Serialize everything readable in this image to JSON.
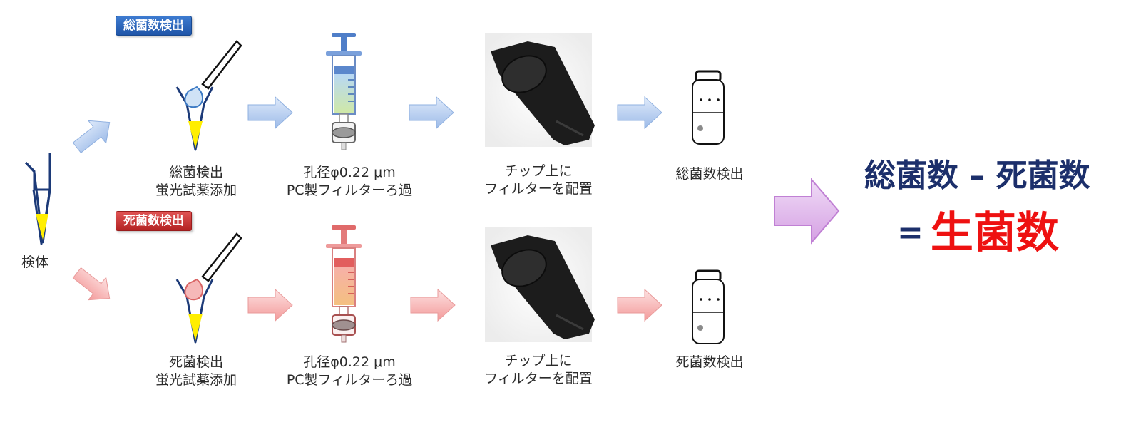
{
  "badges": {
    "total": "総菌数検出",
    "dead": "死菌数検出"
  },
  "specimen_label": "検体",
  "top_row": {
    "step1": [
      "総菌検出",
      "蛍光試薬添加"
    ],
    "step2": [
      "孔径φ0.22 μm",
      "PC製フィルターろ過"
    ],
    "step3": [
      "チップ上に",
      "フィルターを配置"
    ],
    "step4": "総菌数検出"
  },
  "bottom_row": {
    "step1": [
      "死菌検出",
      "蛍光試薬添加"
    ],
    "step2": [
      "孔径φ0.22 μm",
      "PC製フィルターろ過"
    ],
    "step3": [
      "チップ上に",
      "フィルターを配置"
    ],
    "step4": "死菌数検出"
  },
  "formula": {
    "line1": "総菌数 – 死菌数",
    "equals": "=",
    "result": "生菌数"
  },
  "colors": {
    "total_arrow": "#b4cdf0",
    "dead_arrow": "#f5b0b0",
    "result_arrow": "#d9a7e6",
    "tube_outline": "#1c3a78",
    "reagent_yellow": "#ffee00",
    "formula_navy": "#1c2f6b",
    "formula_red": "#ee1111"
  }
}
